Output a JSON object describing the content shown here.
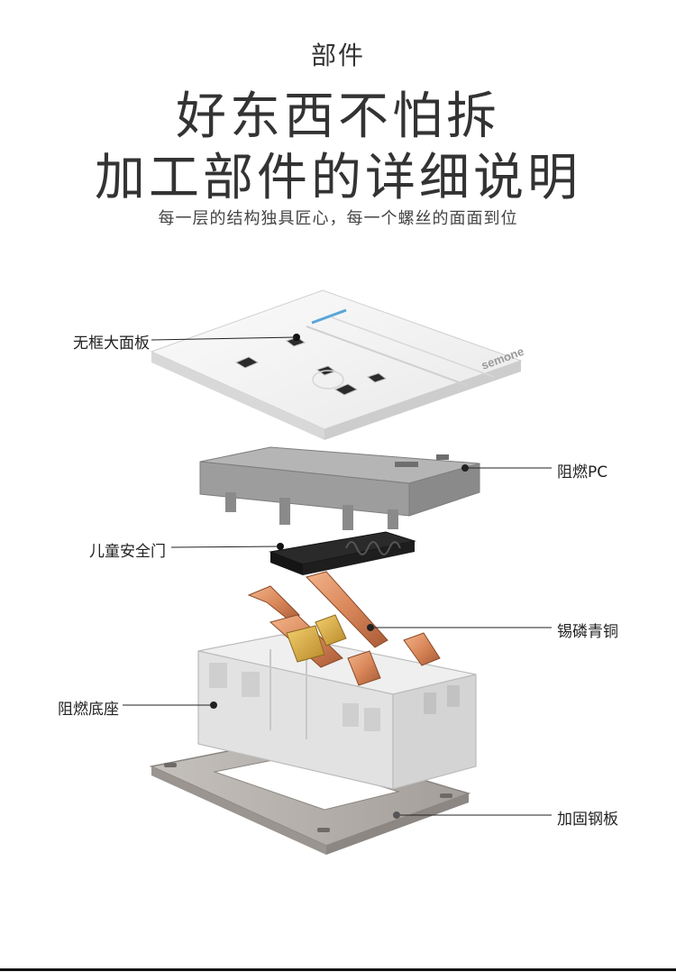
{
  "header": {
    "section_label": "部件",
    "headline_line1": "好东西不怕拆",
    "headline_line2": "加工部件的详细说明",
    "subtitle": "每一层的结构独具匠心，每一个螺丝的面面到位"
  },
  "product": {
    "brand_mark": "semone"
  },
  "callouts": {
    "panel": "无框大面板",
    "pc_frame": "阻燃PC",
    "safety_door": "儿童安全门",
    "copper": "锡磷青铜",
    "base": "阻燃底座",
    "plate": "加固钢板"
  },
  "colors": {
    "panel_white": "#f2f2f2",
    "pc_gray": "#9b9b9b",
    "safety_black": "#1e1e1e",
    "copper": "#d9875a",
    "base_gray": "#e3e3e3",
    "plate_steel": "#b3aeaa",
    "indicator_blue": "#5aa6d8"
  }
}
